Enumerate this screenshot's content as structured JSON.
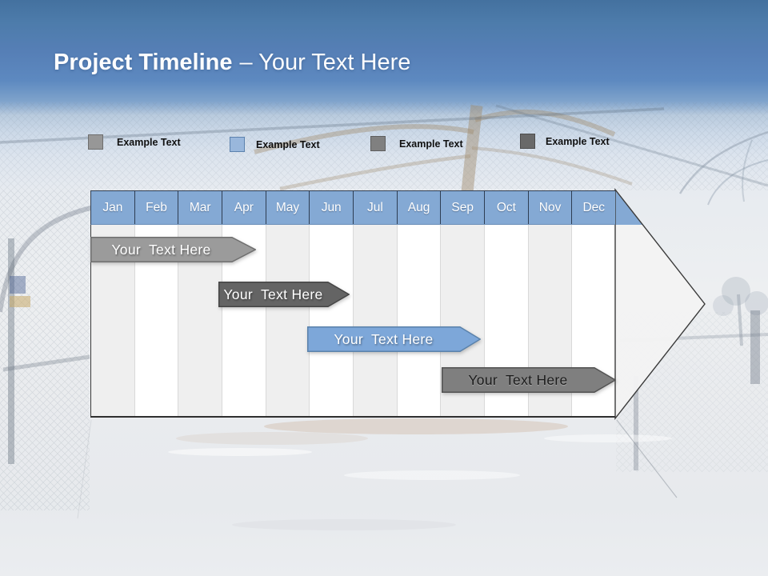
{
  "slide": {
    "title": {
      "primary": "Project Timeline",
      "secondary": "– Your Text Here"
    }
  },
  "legend": {
    "items": [
      {
        "label": "Example Text",
        "swatch_color": "#979797",
        "swatch_border": "#6e6e6e"
      },
      {
        "label": "Example Text",
        "swatch_color": "#99b7dc",
        "swatch_border": "#5c82ae"
      },
      {
        "label": "Example Text",
        "swatch_color": "#808080",
        "swatch_border": "#5f5f5f"
      },
      {
        "label": "Example Text",
        "swatch_color": "#696969",
        "swatch_border": "#4d4d4d"
      }
    ]
  },
  "timeline": {
    "months": [
      "Jan",
      "Feb",
      "Mar",
      "Apr",
      "May",
      "Jun",
      "Jul",
      "Aug",
      "Sep",
      "Oct",
      "Nov",
      "Dec"
    ],
    "header_fill": "#84a9d4",
    "header_separator": "#2e3d52",
    "stripe_color": "#efefef",
    "arrow_fill": "#f3f3f3",
    "arrow_border": "#3a3a3a",
    "bars": [
      {
        "label": "Your  Text Here",
        "start": "Jan",
        "end": "Mar",
        "fill": "#9b9b9b",
        "border": "#6f6f6f",
        "text_color": "#ffffff"
      },
      {
        "label": "Your  Text Here",
        "start": "Apr",
        "end": "Jun",
        "fill": "#646464",
        "border": "#454545",
        "text_color": "#ffffff"
      },
      {
        "label": "Your  Text Here",
        "start": "May",
        "end": "Aug",
        "fill": "#7da7d9",
        "border": "#5a82ab",
        "text_color": "#ffffff"
      },
      {
        "label": "Your  Text Here",
        "start": "Sep",
        "end": "Dec",
        "fill": "#7f7f7f",
        "border": "#525252",
        "text_color": "#1b1b1b"
      }
    ]
  }
}
